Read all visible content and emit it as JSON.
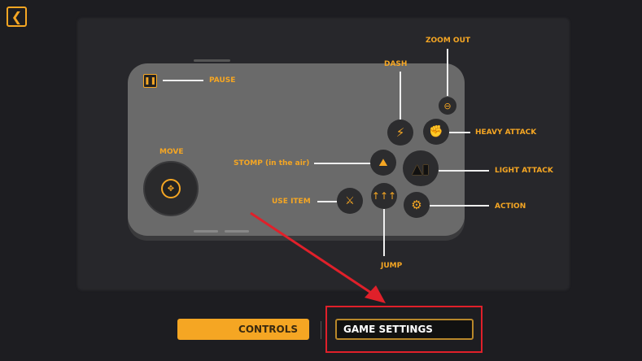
{
  "back_button": {
    "icon": "chevron-left-icon"
  },
  "controls": {
    "pause": "PAUSE",
    "move": "MOVE",
    "zoom_out": "ZOOM OUT",
    "dash": "DASH",
    "heavy_attack": "HEAVY  ATTACK",
    "stomp": "STOMP  (in the air)",
    "light_attack": "LIGHT ATTACK",
    "use_item": "USE ITEM",
    "action": "ACTION",
    "jump": "JUMP"
  },
  "tabs": [
    {
      "label": "CONTROLS",
      "active": true
    },
    {
      "label": "GAME SETTINGS",
      "active": false
    }
  ],
  "colors": {
    "accent": "#f5a623",
    "highlight": "#e0202a"
  }
}
